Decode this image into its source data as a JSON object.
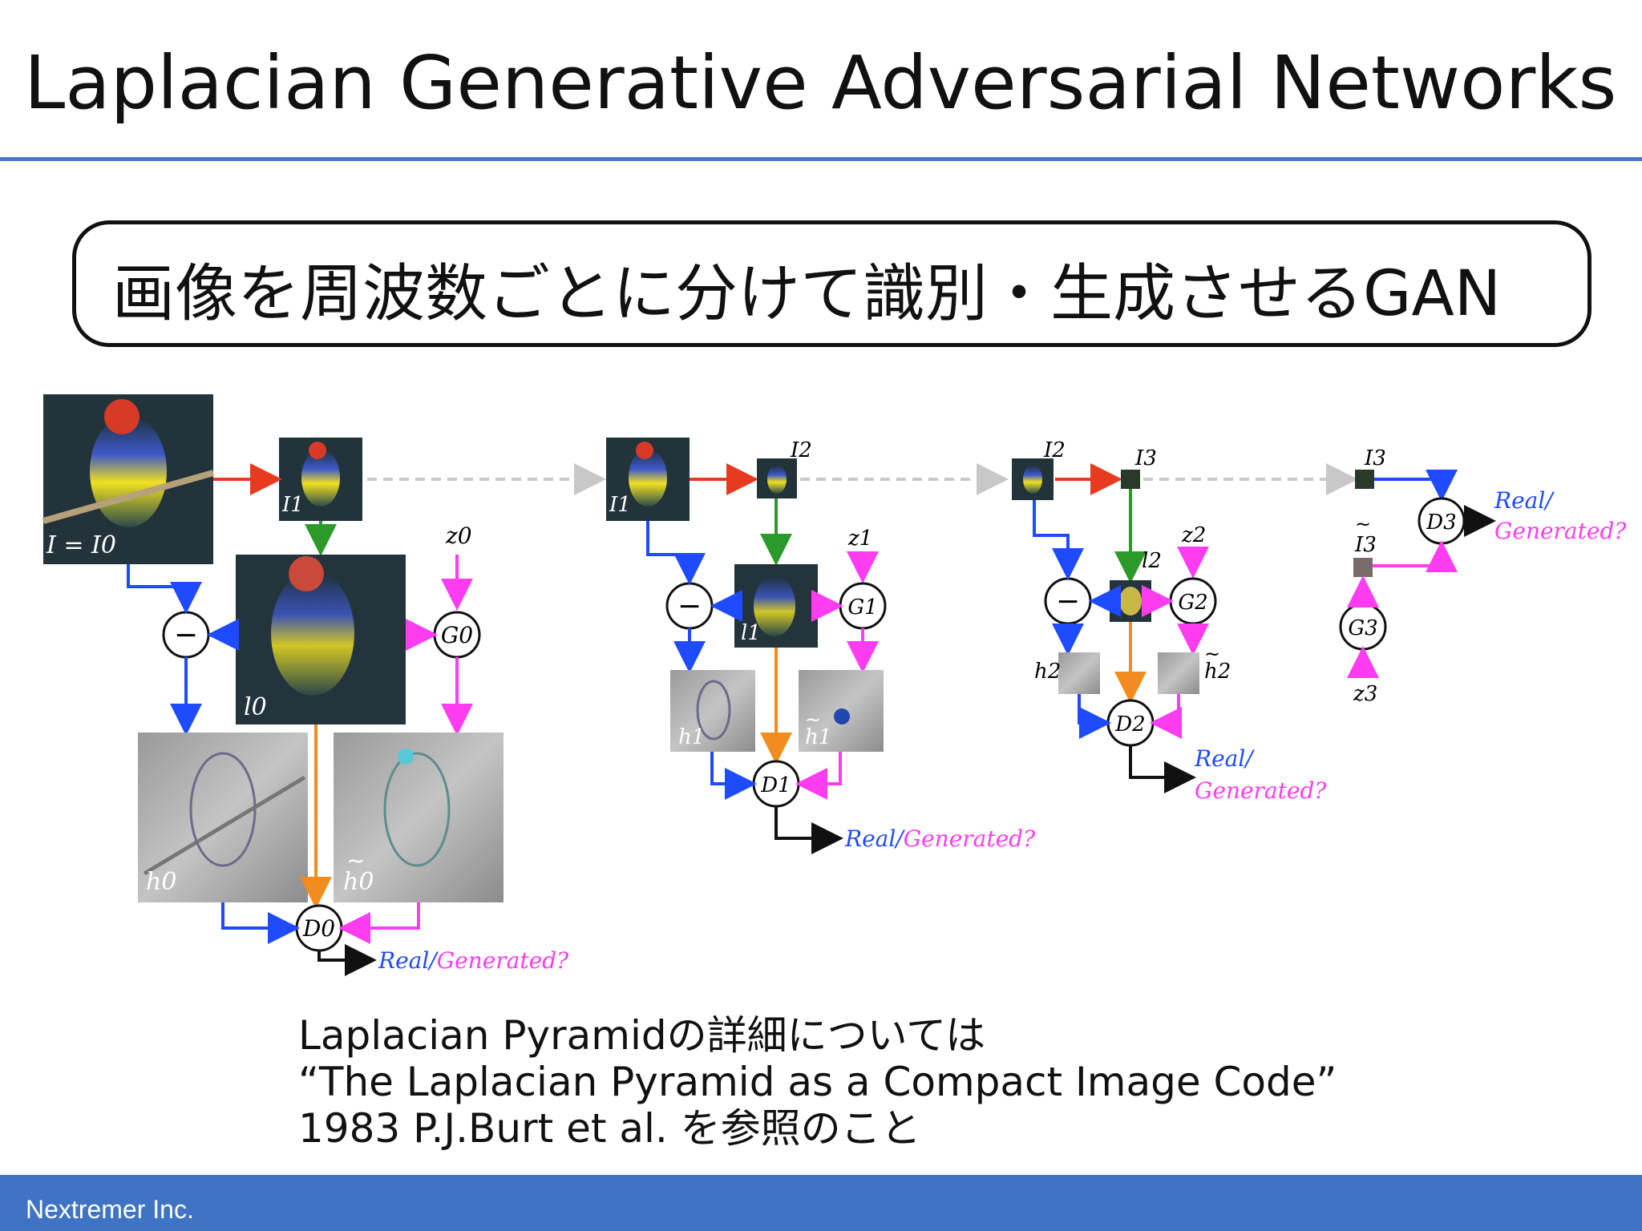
{
  "title": "Laplacian Generative Adversarial Networks",
  "subtitle": "画像を周波数ごとに分けて識別・生成させるGAN",
  "diagram": {
    "stage0": {
      "image_label": "I = I0",
      "i1": "I1",
      "l0": "l0",
      "z0": "z0",
      "g0": "G0",
      "h0": "h0",
      "h0_tilde": "h0",
      "d0": "D0",
      "minus": "−",
      "real": "Real/",
      "generated": "Generated?"
    },
    "stage1": {
      "i1": "I1",
      "i2": "I2",
      "l1": "l1",
      "z1": "z1",
      "g1": "G1",
      "h1": "h1",
      "h1_tilde": "h1",
      "d1": "D1",
      "minus": "−",
      "real": "Real/",
      "generated": "Generated?"
    },
    "stage2": {
      "i2": "I2",
      "i3": "I3",
      "l2": "l2",
      "z2": "z2",
      "g2": "G2",
      "h2": "h2",
      "h2_tilde": "h2",
      "d2": "D2",
      "minus": "−",
      "real": "Real/",
      "generated": "Generated?"
    },
    "stage3": {
      "i3": "I3",
      "i3_tilde": "I3",
      "d3": "D3",
      "g3": "G3",
      "z3": "z3",
      "real": "Real/",
      "generated": "Generated?"
    },
    "colors": {
      "real_path": "#1f4bff",
      "generated_path": "#ff3cf0",
      "downsample": "#e83a1e",
      "upsample": "#2a9a2a",
      "lowpass": "#f28c1e",
      "skip": "#c8c8c8",
      "output": "#111111"
    }
  },
  "note": {
    "line1": "Laplacian Pyramidの詳細については",
    "line2": "“The Laplacian Pyramid as a Compact Image Code”",
    "line3": "1983 P.J.Burt et al. を参照のこと"
  },
  "footer": "Nextremer Inc."
}
